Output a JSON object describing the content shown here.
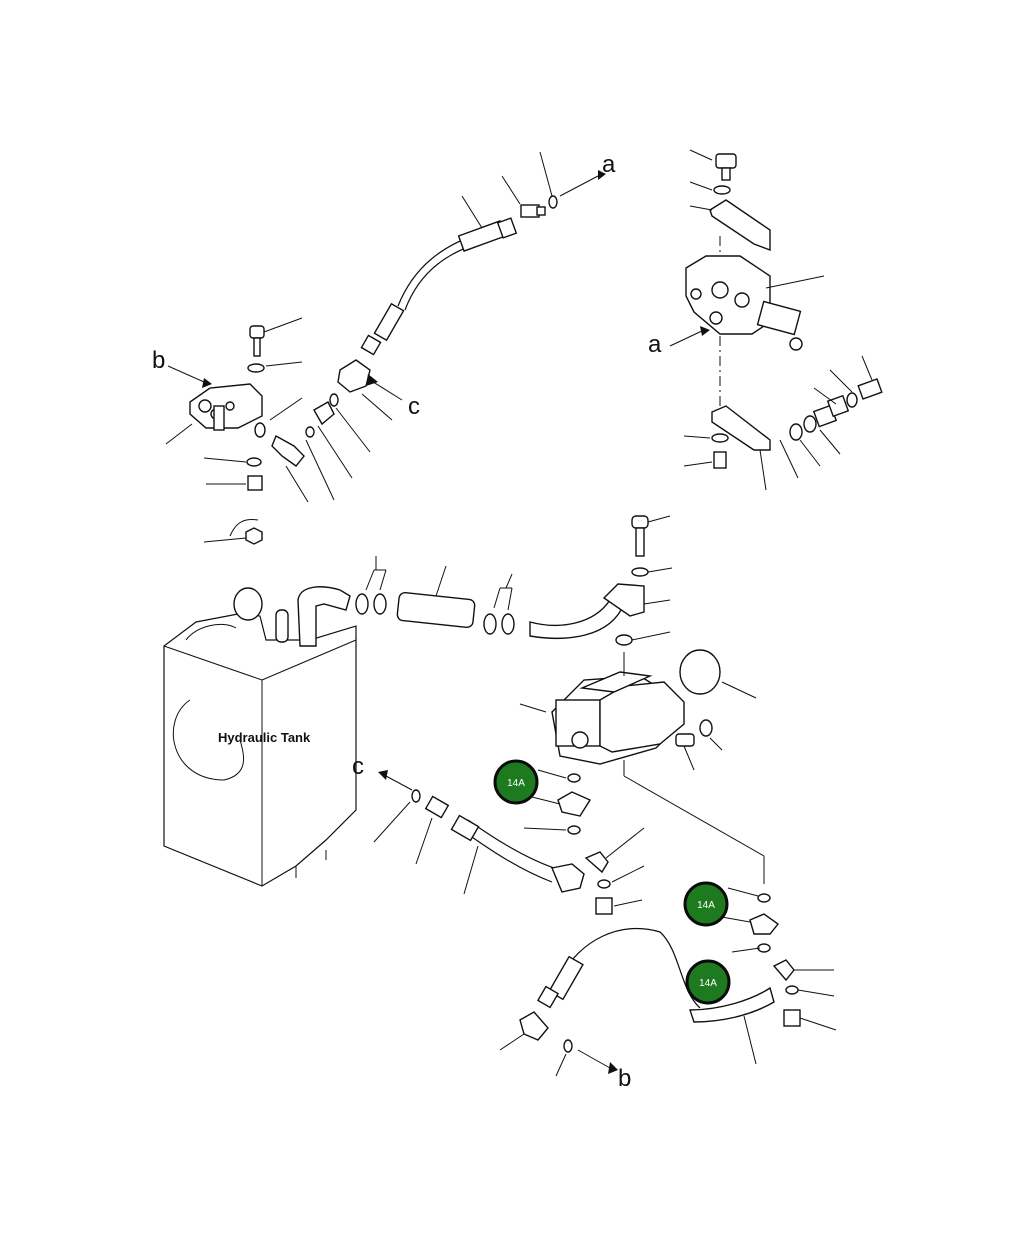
{
  "diagram": {
    "tank_label": "Hydraulic Tank",
    "refs": {
      "a1": "a",
      "a2": "a",
      "b1": "b",
      "b2": "b",
      "c1": "c",
      "c2": "c"
    },
    "callouts": [
      "14A",
      "14A",
      "14A"
    ],
    "colors": {
      "callout_fill": "#1e7a1e",
      "callout_ring": "#0b0b0b",
      "line": "#111111"
    }
  }
}
